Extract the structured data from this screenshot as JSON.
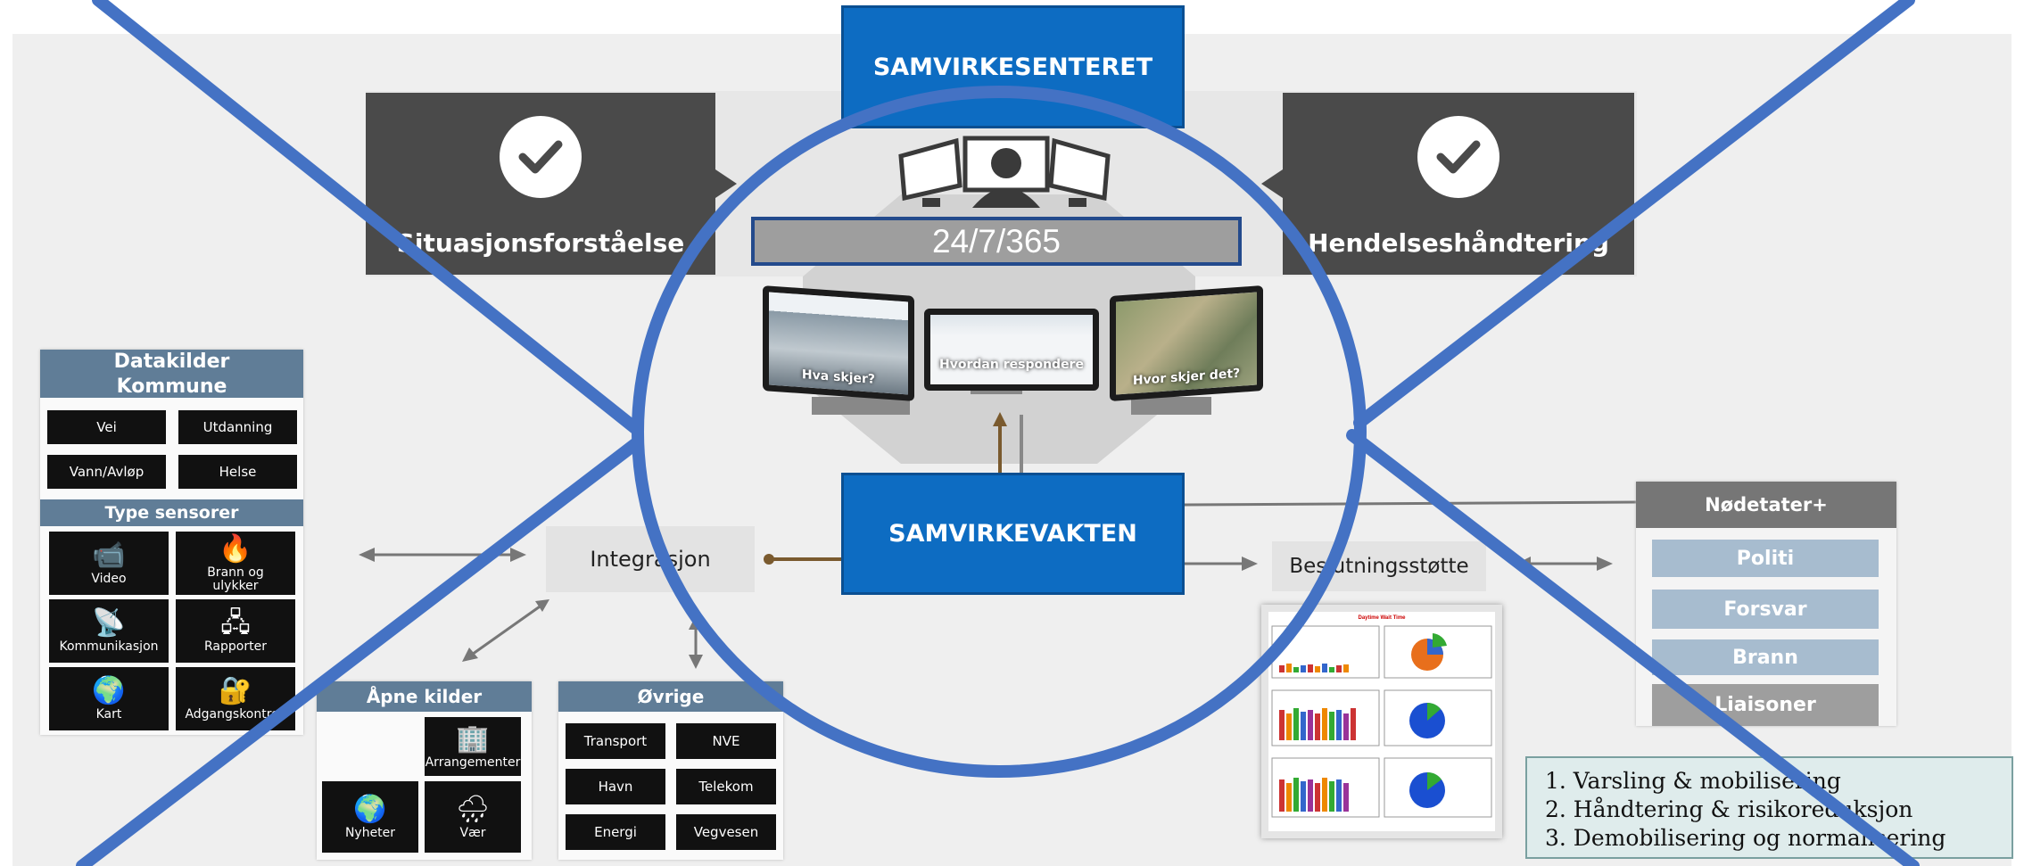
{
  "top": {
    "center_title": "SAMVIRKESENTERET",
    "left_panel": "Situasjonsforståelse",
    "right_panel": "Hendelseshåndtering",
    "availability": "24/7/365"
  },
  "screens": [
    {
      "label": "Hva skjer?"
    },
    {
      "label": "Hvordan respondere"
    },
    {
      "label": "Hvor skjer det?"
    }
  ],
  "center": {
    "vakt": "SAMVIRKEVAKTEN",
    "integrasjon": "Integrasjon",
    "beslutning": "Beslutningsstøtte"
  },
  "datakilder": {
    "title": "Datakilder Kommune",
    "items": [
      "Vei",
      "Utdanning",
      "Vann/Avløp",
      "Helse"
    ],
    "sensor_title": "Type sensorer",
    "sensors": [
      {
        "label": "Video",
        "icon": "camera-icon"
      },
      {
        "label": "Brann og ulykker",
        "icon": "fire-icon"
      },
      {
        "label": "Kommunikasjon",
        "icon": "antenna-icon"
      },
      {
        "label": "Rapporter",
        "icon": "network-icon"
      },
      {
        "label": "Kart",
        "icon": "globe-icon"
      },
      {
        "label": "Adgangskontroll",
        "icon": "lock-icon"
      }
    ]
  },
  "apne": {
    "title": "Åpne kilder",
    "items": [
      {
        "label": "Arrangementer",
        "icon": "building-icon"
      },
      {
        "label": "Nyheter",
        "icon": "globe-icon"
      },
      {
        "label": "Vær",
        "icon": "cloud-rain-icon"
      }
    ]
  },
  "ovrige": {
    "title": "Øvrige",
    "items": [
      "Transport",
      "NVE",
      "Havn",
      "Telekom",
      "Energi",
      "Vegvesen"
    ]
  },
  "nodetater": {
    "title": "Nødetater+",
    "items": [
      "Politi",
      "Forsvar",
      "Brann",
      "Liaisoner"
    ]
  },
  "phases": [
    "1. Varsling & mobilisering",
    "2. Håndtering & risikoreduksjon",
    "3. Demobilisering og normalisering"
  ],
  "report": {
    "title": "Daytime Wait Time"
  },
  "colors": {
    "accent_blue": "#0d6cc2",
    "overlay_blue": "#4472c4",
    "card_head": "#607d97",
    "ned_item": "#a7bccf",
    "dark_panel": "#4a4a4a"
  }
}
